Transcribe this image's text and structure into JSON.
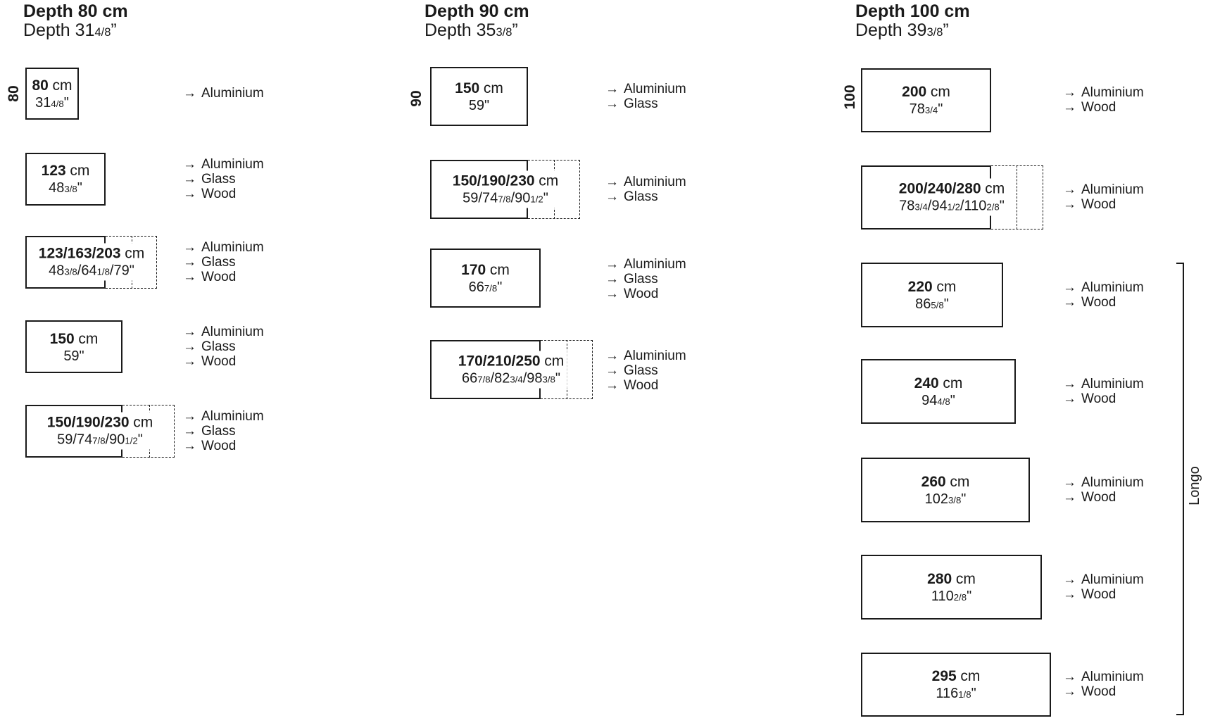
{
  "labels": {
    "cm_unit": "cm",
    "arrow": "→"
  },
  "colors": {
    "ink": "#1a1a1a",
    "background": "#ffffff"
  },
  "columns": [
    {
      "title": "Depth 80 cm",
      "subtitle": [
        "Depth 31",
        "4/8",
        "”"
      ],
      "side_label": "80",
      "rows": [
        {
          "cm": "80",
          "inches": [
            "31",
            "4/8",
            "\""
          ],
          "materials": [
            "Aluminium"
          ]
        },
        {
          "cm": "123",
          "inches": [
            "48",
            "3/8",
            "\""
          ],
          "materials": [
            "Aluminium",
            "Glass",
            "Wood"
          ]
        },
        {
          "cm": "123/163/203",
          "inches": [
            "48",
            "3/8",
            "/64",
            "1/8",
            "/79\""
          ],
          "materials": [
            "Aluminium",
            "Glass",
            "Wood"
          ],
          "extension": true
        },
        {
          "cm": "150",
          "inches": [
            "59\""
          ],
          "materials": [
            "Aluminium",
            "Glass",
            "Wood"
          ]
        },
        {
          "cm": "150/190/230",
          "inches": [
            "59/74",
            "7/8",
            "/90",
            "1/2",
            "\""
          ],
          "materials": [
            "Aluminium",
            "Glass",
            "Wood"
          ],
          "extension": true
        }
      ]
    },
    {
      "title": "Depth 90 cm",
      "subtitle": [
        "Depth 35",
        "3/8",
        "”"
      ],
      "side_label": "90",
      "rows": [
        {
          "cm": "150",
          "inches": [
            "59\""
          ],
          "materials": [
            "Aluminium",
            "Glass"
          ]
        },
        {
          "cm": "150/190/230",
          "inches": [
            "59/74",
            "7/8",
            "/90",
            "1/2",
            "\""
          ],
          "materials": [
            "Aluminium",
            "Glass"
          ],
          "extension": true
        },
        {
          "cm": "170",
          "inches": [
            "66",
            "7/8",
            "\""
          ],
          "materials": [
            "Aluminium",
            "Glass",
            "Wood"
          ]
        },
        {
          "cm": "170/210/250",
          "inches": [
            "66",
            "7/8",
            "/82",
            "3/4",
            "/98",
            "3/8",
            "\""
          ],
          "materials": [
            "Aluminium",
            "Glass",
            "Wood"
          ],
          "extension": true
        }
      ]
    },
    {
      "title": "Depth 100 cm",
      "subtitle": [
        "Depth 39",
        "3/8",
        "”"
      ],
      "side_label": "100",
      "rows": [
        {
          "cm": "200",
          "inches": [
            "78",
            "3/4",
            "\""
          ],
          "materials": [
            "Aluminium",
            "Wood"
          ]
        },
        {
          "cm": "200/240/280",
          "inches": [
            "78",
            "3/4",
            "/94",
            "1/2",
            "/110",
            "2/8",
            "\""
          ],
          "materials": [
            "Aluminium",
            "Wood"
          ],
          "extension": true
        },
        {
          "cm": "220",
          "inches": [
            "86",
            "5/8",
            "\""
          ],
          "materials": [
            "Aluminium",
            "Wood"
          ]
        },
        {
          "cm": "240",
          "inches": [
            "94",
            "4/8",
            "\""
          ],
          "materials": [
            "Aluminium",
            "Wood"
          ]
        },
        {
          "cm": "260",
          "inches": [
            "102",
            "3/8",
            "\""
          ],
          "materials": [
            "Aluminium",
            "Wood"
          ]
        },
        {
          "cm": "280",
          "inches": [
            "110",
            "2/8",
            "\""
          ],
          "materials": [
            "Aluminium",
            "Wood"
          ]
        },
        {
          "cm": "295",
          "inches": [
            "116",
            "1/8",
            "\""
          ],
          "materials": [
            "Aluminium",
            "Wood"
          ]
        }
      ]
    }
  ],
  "bracket": {
    "label": "Longo"
  }
}
